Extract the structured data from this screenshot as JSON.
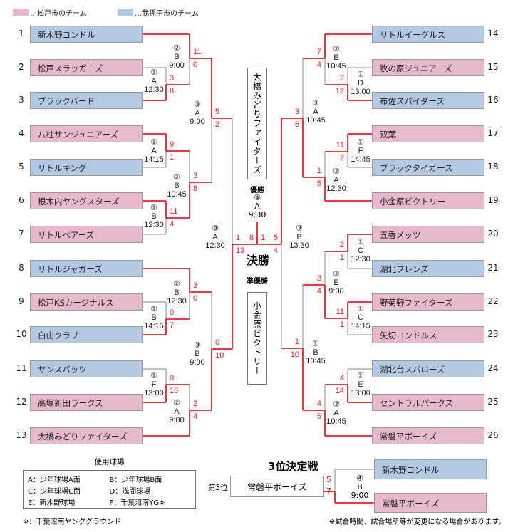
{
  "legend": {
    "matsudo": "…松戸市のチーム",
    "abiko": "…我孫子市のチーム",
    "colors": {
      "matsudo": "#e8b9cc",
      "abiko": "#b3c9e3"
    }
  },
  "teams_left": [
    {
      "no": "1",
      "name": "新木野コンドル",
      "city": "abiko"
    },
    {
      "no": "2",
      "name": "松戸スラッガーズ",
      "city": "matsudo"
    },
    {
      "no": "3",
      "name": "ブラックバード",
      "city": "abiko"
    },
    {
      "no": "4",
      "name": "八柱サンジュニアーズ",
      "city": "matsudo"
    },
    {
      "no": "5",
      "name": "リトルキング",
      "city": "abiko"
    },
    {
      "no": "6",
      "name": "根木内ヤングスターズ",
      "city": "matsudo"
    },
    {
      "no": "7",
      "name": "リトルベアーズ",
      "city": "matsudo"
    },
    {
      "no": "8",
      "name": "リトルジャガーズ",
      "city": "abiko"
    },
    {
      "no": "9",
      "name": "松戸KSカージナルス",
      "city": "matsudo"
    },
    {
      "no": "10",
      "name": "白山クラブ",
      "city": "abiko"
    },
    {
      "no": "11",
      "name": "サンスパッツ",
      "city": "abiko"
    },
    {
      "no": "12",
      "name": "高塚新田ラークス",
      "city": "matsudo"
    },
    {
      "no": "13",
      "name": "大橋みどりファイターズ",
      "city": "matsudo"
    }
  ],
  "teams_right": [
    {
      "no": "14",
      "name": "リトルイーグルス",
      "city": "abiko"
    },
    {
      "no": "15",
      "name": "牧の原ジュニアーズ",
      "city": "matsudo"
    },
    {
      "no": "16",
      "name": "布佐スパイダース",
      "city": "abiko"
    },
    {
      "no": "17",
      "name": "双葉",
      "city": "matsudo"
    },
    {
      "no": "18",
      "name": "ブラックタイガース",
      "city": "abiko"
    },
    {
      "no": "19",
      "name": "小金原ビクトリー",
      "city": "matsudo"
    },
    {
      "no": "20",
      "name": "五香メッツ",
      "city": "matsudo"
    },
    {
      "no": "21",
      "name": "湖北フレンズ",
      "city": "abiko"
    },
    {
      "no": "22",
      "name": "野菊野ファイターズ",
      "city": "matsudo"
    },
    {
      "no": "23",
      "name": "矢切コンドルス",
      "city": "matsudo"
    },
    {
      "no": "24",
      "name": "湖北台スパローズ",
      "city": "abiko"
    },
    {
      "no": "25",
      "name": "セントラルパークス",
      "city": "matsudo"
    },
    {
      "no": "26",
      "name": "常磐平ボーイズ",
      "city": "matsudo"
    }
  ],
  "matches": {
    "m1": {
      "num": "①",
      "field": "A",
      "time": "12:30",
      "scores": [
        "3",
        "8"
      ]
    },
    "m2": {
      "num": "②",
      "field": "B",
      "time": "9:00",
      "scores": [
        "11",
        "0"
      ]
    },
    "m3": {
      "num": "①",
      "field": "A",
      "time": "14:15",
      "scores": [
        "9",
        "1"
      ]
    },
    "m4": {
      "num": "①",
      "field": "B",
      "time": "12:30",
      "scores": [
        "11",
        "4"
      ]
    },
    "m5": {
      "num": "②",
      "field": "B",
      "time": "10:45",
      "scores": [
        "3",
        "8"
      ]
    },
    "m6": {
      "num": "③",
      "field": "A",
      "time": "9:00",
      "scores": [
        "5",
        "2"
      ]
    },
    "m7": {
      "num": "①",
      "field": "B",
      "time": "14:15",
      "scores": [
        "0",
        "7"
      ]
    },
    "m8": {
      "num": "②",
      "field": "B",
      "time": "12:30",
      "scores": [
        "3",
        "0"
      ]
    },
    "m9": {
      "num": "①",
      "field": "F",
      "time": "13:00",
      "scores": [
        "0",
        "16"
      ]
    },
    "m10": {
      "num": "②",
      "field": "A",
      "time": "9:00",
      "scores": [
        "2",
        "4"
      ]
    },
    "m11": {
      "num": "③",
      "field": "B",
      "time": "9:00",
      "scores": [
        "0",
        "10"
      ]
    },
    "ls": {
      "num": "③",
      "field": "A",
      "time": "12:30",
      "scores": [
        "1",
        "13"
      ]
    },
    "n1": {
      "num": "①",
      "field": "D",
      "time": "13:00",
      "scores": [
        "2",
        "12"
      ]
    },
    "n2": {
      "num": "②",
      "field": "E",
      "time": "10:45",
      "scores": [
        "7",
        "4"
      ]
    },
    "n3": {
      "num": "①",
      "field": "F",
      "time": "14:45",
      "scores": [
        "11",
        "2"
      ]
    },
    "n4": {
      "num": "②",
      "field": "A",
      "time": "12:30",
      "scores": [
        "1",
        "5"
      ]
    },
    "n5": {
      "num": "③",
      "field": "A",
      "time": "10:45",
      "scores": [
        "3",
        "6"
      ]
    },
    "n6": {
      "num": "①",
      "field": "C",
      "time": "12:30",
      "scores": [
        "2",
        "1"
      ]
    },
    "n7": {
      "num": "①",
      "field": "C",
      "time": "14:15",
      "scores": [
        "11",
        "1"
      ]
    },
    "n8": {
      "num": "②",
      "field": "E",
      "time": "9:00",
      "scores": [
        "3",
        "4"
      ]
    },
    "n9": {
      "num": "①",
      "field": "E",
      "time": "13:00",
      "scores": [
        "4",
        "14"
      ]
    },
    "n10": {
      "num": "②",
      "field": "A",
      "time": "10:45",
      "scores": [
        "4",
        "5"
      ]
    },
    "n11": {
      "num": "①",
      "field": "B",
      "time": "10:45",
      "scores": [
        "1",
        "10"
      ]
    },
    "rs": {
      "num": "③",
      "field": "B",
      "time": "13:30",
      "scores": [
        "5",
        "4"
      ]
    }
  },
  "final": {
    "title": "決勝",
    "champion_label": "優勝",
    "runnerup_label": "準優勝",
    "champion": "大橋みどりファイターズ",
    "runnerup": "小金原ビクトリー",
    "num": "④",
    "field": "A",
    "time": "9:30",
    "scores": [
      "8",
      "1"
    ]
  },
  "third_place": {
    "title": "3位決定戦",
    "label": "第3位",
    "winner": "常磐平ボーイズ",
    "top_team": "新木野コンドル",
    "bottom_team": "常磐平ボーイズ",
    "num": "④",
    "field": "B",
    "time": "9:00",
    "scores": [
      "5",
      "7"
    ]
  },
  "venues": {
    "title": "使用球場",
    "items": [
      "A：少年球場A面",
      "B：少年球場B面",
      "C：少年球場C面",
      "D：浅間球場",
      "E：新木野球場",
      "F：千葉沼南YG※"
    ]
  },
  "footnote_left": "※：千葉沼南ヤンググラウンド",
  "footnote_right": "※試合時間、試合場所等が変更になる場合があります。"
}
